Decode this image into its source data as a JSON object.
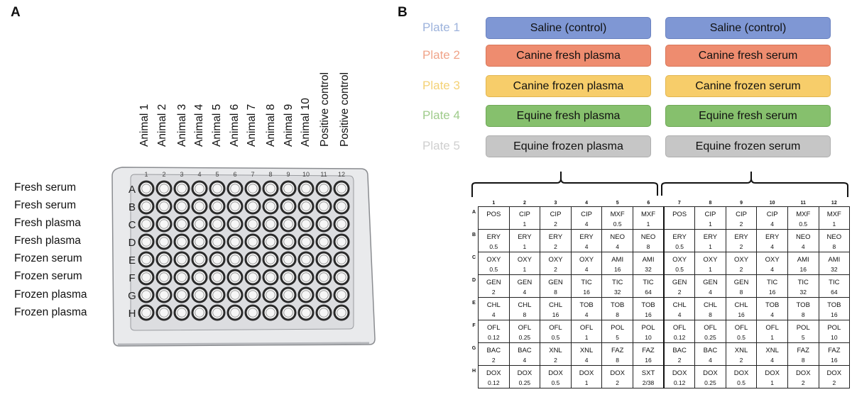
{
  "panel_a": {
    "letter": "A",
    "column_headers": [
      "Animal 1",
      "Animal 2",
      "Animal 3",
      "Animal 4",
      "Animal 5",
      "Animal 6",
      "Animal 7",
      "Animal 8",
      "Animal 9",
      "Animal 10",
      "Positive control",
      "Positive control"
    ],
    "row_labels": [
      "Fresh serum",
      "Fresh serum",
      "Fresh plasma",
      "Fresh plasma",
      "Frozen serum",
      "Frozen serum",
      "Frozen plasma",
      "Frozen plasma"
    ],
    "plate_column_numbers": [
      "1",
      "2",
      "3",
      "4",
      "5",
      "6",
      "7",
      "8",
      "9",
      "10",
      "11",
      "12"
    ],
    "plate_row_letters": [
      "A",
      "B",
      "C",
      "D",
      "E",
      "F",
      "G",
      "H"
    ]
  },
  "panel_b": {
    "letter": "B",
    "plates": [
      {
        "label": "Plate 1",
        "label_color": "#9db3dc",
        "left": "Saline (control)",
        "right": "Saline (control)",
        "fill": "#7f97d4",
        "border": "#6a82c1"
      },
      {
        "label": "Plate 2",
        "label_color": "#f0a489",
        "left": "Canine fresh plasma",
        "right": "Canine fresh serum",
        "fill": "#ee8c6f",
        "border": "#d97658"
      },
      {
        "label": "Plate 3",
        "label_color": "#f4d276",
        "left": "Canine frozen plasma",
        "right": "Canine frozen serum",
        "fill": "#f7cd6a",
        "border": "#e2b650"
      },
      {
        "label": "Plate 4",
        "label_color": "#9fcb8b",
        "left": "Equine fresh plasma",
        "right": "Equine fresh serum",
        "fill": "#86c06d",
        "border": "#6fa857"
      },
      {
        "label": "Plate 5",
        "label_color": "#cfcfcf",
        "left": "Equine frozen plasma",
        "right": "Equine frozen serum",
        "fill": "#c6c6c6",
        "border": "#aeaeae"
      }
    ],
    "grid": {
      "column_headers": [
        "1",
        "2",
        "3",
        "4",
        "5",
        "6",
        "7",
        "8",
        "9",
        "10",
        "11",
        "12"
      ],
      "rows": [
        {
          "letter": "A",
          "cells": [
            [
              "POS",
              ""
            ],
            [
              "CIP",
              "1"
            ],
            [
              "CIP",
              "2"
            ],
            [
              "CIP",
              "4"
            ],
            [
              "MXF",
              "0.5"
            ],
            [
              "MXF",
              "1"
            ],
            [
              "POS",
              ""
            ],
            [
              "CIP",
              "1"
            ],
            [
              "CIP",
              "2"
            ],
            [
              "CIP",
              "4"
            ],
            [
              "MXF",
              "0.5"
            ],
            [
              "MXF",
              "1"
            ]
          ]
        },
        {
          "letter": "B",
          "cells": [
            [
              "ERY",
              "0.5"
            ],
            [
              "ERY",
              "1"
            ],
            [
              "ERY",
              "2"
            ],
            [
              "ERY",
              "4"
            ],
            [
              "NEO",
              "4"
            ],
            [
              "NEO",
              "8"
            ],
            [
              "ERY",
              "0.5"
            ],
            [
              "ERY",
              "1"
            ],
            [
              "ERY",
              "2"
            ],
            [
              "ERY",
              "4"
            ],
            [
              "NEO",
              "4"
            ],
            [
              "NEO",
              "8"
            ]
          ]
        },
        {
          "letter": "C",
          "cells": [
            [
              "OXY",
              "0.5"
            ],
            [
              "OXY",
              "1"
            ],
            [
              "OXY",
              "2"
            ],
            [
              "OXY",
              "4"
            ],
            [
              "AMI",
              "16"
            ],
            [
              "AMI",
              "32"
            ],
            [
              "OXY",
              "0.5"
            ],
            [
              "OXY",
              "1"
            ],
            [
              "OXY",
              "2"
            ],
            [
              "OXY",
              "4"
            ],
            [
              "AMI",
              "16"
            ],
            [
              "AMI",
              "32"
            ]
          ]
        },
        {
          "letter": "D",
          "cells": [
            [
              "GEN",
              "2"
            ],
            [
              "GEN",
              "4"
            ],
            [
              "GEN",
              "8"
            ],
            [
              "TIC",
              "16"
            ],
            [
              "TIC",
              "32"
            ],
            [
              "TIC",
              "64"
            ],
            [
              "GEN",
              "2"
            ],
            [
              "GEN",
              "4"
            ],
            [
              "GEN",
              "8"
            ],
            [
              "TIC",
              "16"
            ],
            [
              "TIC",
              "32"
            ],
            [
              "TIC",
              "64"
            ]
          ]
        },
        {
          "letter": "E",
          "cells": [
            [
              "CHL",
              "4"
            ],
            [
              "CHL",
              "8"
            ],
            [
              "CHL",
              "16"
            ],
            [
              "TOB",
              "4"
            ],
            [
              "TOB",
              "8"
            ],
            [
              "TOB",
              "16"
            ],
            [
              "CHL",
              "4"
            ],
            [
              "CHL",
              "8"
            ],
            [
              "CHL",
              "16"
            ],
            [
              "TOB",
              "4"
            ],
            [
              "TOB",
              "8"
            ],
            [
              "TOB",
              "16"
            ]
          ]
        },
        {
          "letter": "F",
          "cells": [
            [
              "OFL",
              "0.12"
            ],
            [
              "OFL",
              "0.25"
            ],
            [
              "OFL",
              "0.5"
            ],
            [
              "OFL",
              "1"
            ],
            [
              "POL",
              "5"
            ],
            [
              "POL",
              "10"
            ],
            [
              "OFL",
              "0.12"
            ],
            [
              "OFL",
              "0.25"
            ],
            [
              "OFL",
              "0.5"
            ],
            [
              "OFL",
              "1"
            ],
            [
              "POL",
              "5"
            ],
            [
              "POL",
              "10"
            ]
          ]
        },
        {
          "letter": "G",
          "cells": [
            [
              "BAC",
              "2"
            ],
            [
              "BAC",
              "4"
            ],
            [
              "XNL",
              "2"
            ],
            [
              "XNL",
              "4"
            ],
            [
              "FAZ",
              "8"
            ],
            [
              "FAZ",
              "16"
            ],
            [
              "BAC",
              "2"
            ],
            [
              "BAC",
              "4"
            ],
            [
              "XNL",
              "2"
            ],
            [
              "XNL",
              "4"
            ],
            [
              "FAZ",
              "8"
            ],
            [
              "FAZ",
              "16"
            ]
          ]
        },
        {
          "letter": "H",
          "cells": [
            [
              "DOX",
              "0.12"
            ],
            [
              "DOX",
              "0.25"
            ],
            [
              "DOX",
              "0.5"
            ],
            [
              "DOX",
              "1"
            ],
            [
              "DOX",
              "2"
            ],
            [
              "SXT",
              "2/38"
            ],
            [
              "DOX",
              "0.12"
            ],
            [
              "DOX",
              "0.25"
            ],
            [
              "DOX",
              "0.5"
            ],
            [
              "DOX",
              "1"
            ],
            [
              "DOX",
              "2"
            ],
            [
              "DOX",
              "2"
            ]
          ]
        }
      ]
    }
  }
}
